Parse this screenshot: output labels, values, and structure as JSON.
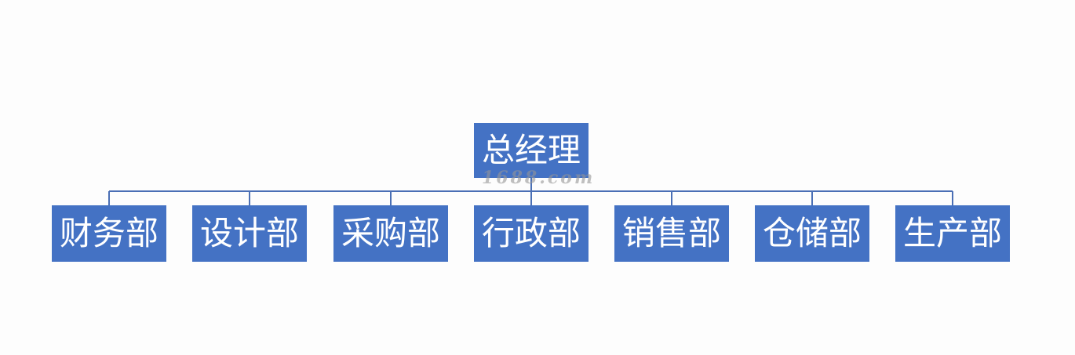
{
  "org_chart": {
    "root": {
      "label": "总经理"
    },
    "children": [
      {
        "label": "财务部"
      },
      {
        "label": "设计部"
      },
      {
        "label": "采购部"
      },
      {
        "label": "行政部"
      },
      {
        "label": "销售部"
      },
      {
        "label": "仓储部"
      },
      {
        "label": "生产部"
      }
    ]
  },
  "watermark": {
    "text": "1688.com"
  },
  "colors": {
    "node_fill": "#4472c4",
    "node_text": "#ffffff",
    "connector": "#4a6fb5",
    "background": "#fdfdfd"
  }
}
